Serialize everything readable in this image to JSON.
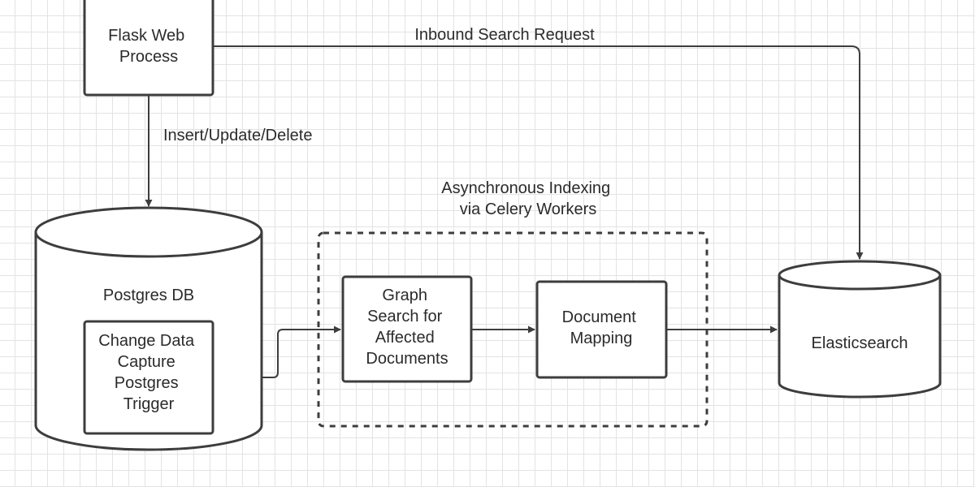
{
  "nodes": {
    "flask": [
      "Flask Web",
      "Process"
    ],
    "postgres": [
      "Postgres DB"
    ],
    "cdc": [
      "Change Data",
      "Capture",
      "Postgres",
      "Trigger"
    ],
    "graph_search": [
      "Graph",
      "Search for",
      "Affected",
      "Documents"
    ],
    "doc_mapping": [
      "Document",
      "Mapping"
    ],
    "elasticsearch": [
      "Elasticsearch"
    ]
  },
  "group": {
    "async": [
      "Asynchronous Indexing",
      "via Celery Workers"
    ]
  },
  "edges": {
    "inbound_search": "Inbound Search Request",
    "insert_update_delete": "Insert/Update/Delete"
  },
  "colors": {
    "stroke": "#3d3d3d",
    "text": "#2b2b2b",
    "grid": "#e3e3e3",
    "background": "#ffffff"
  }
}
